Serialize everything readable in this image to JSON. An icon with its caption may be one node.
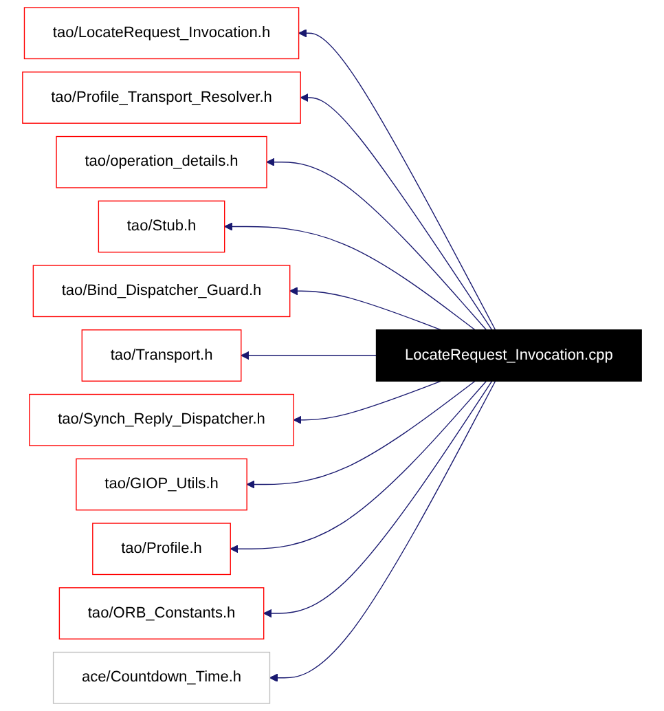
{
  "diagram": {
    "nodes": [
      {
        "text": [
          "tao/LocateRequest_Invocation.h"
        ]
      },
      {
        "text": [
          "tao/Profile_Transport_Resolver.h"
        ]
      },
      {
        "text": [
          "tao/operation_details.h"
        ]
      },
      {
        "text": [
          "tao/Stub.h"
        ]
      },
      {
        "text": [
          "tao/Bind_Dispatcher_Guard.h"
        ]
      },
      {
        "text": [
          "tao/Transport.h"
        ]
      },
      {
        "text": [
          "LocateRequest_Invocation.cpp"
        ]
      },
      {
        "text": [
          "tao/Synch_Reply_Dispatcher.h"
        ]
      },
      {
        "text": [
          "tao/GIOP_Utils.h"
        ]
      },
      {
        "text": [
          "tao/Profile.h"
        ]
      },
      {
        "text": [
          "tao/ORB_Constants.h"
        ]
      },
      {
        "text": [
          "ace/Countdown_Time.h"
        ]
      }
    ],
    "edges": [
      {
        "from": 6,
        "to": 0,
        "arrow": "to"
      },
      {
        "from": 6,
        "to": 1,
        "arrow": "to"
      },
      {
        "from": 6,
        "to": 2,
        "arrow": "to"
      },
      {
        "from": 6,
        "to": 3,
        "arrow": "to"
      },
      {
        "from": 6,
        "to": 4,
        "arrow": "to"
      },
      {
        "from": 6,
        "to": 5,
        "arrow": "to"
      },
      {
        "from": 6,
        "to": 7,
        "arrow": "to"
      },
      {
        "from": 6,
        "to": 8,
        "arrow": "to"
      },
      {
        "from": 6,
        "to": 9,
        "arrow": "to"
      },
      {
        "from": 6,
        "to": 10,
        "arrow": "to"
      },
      {
        "from": 6,
        "to": 11,
        "arrow": "to"
      }
    ]
  }
}
